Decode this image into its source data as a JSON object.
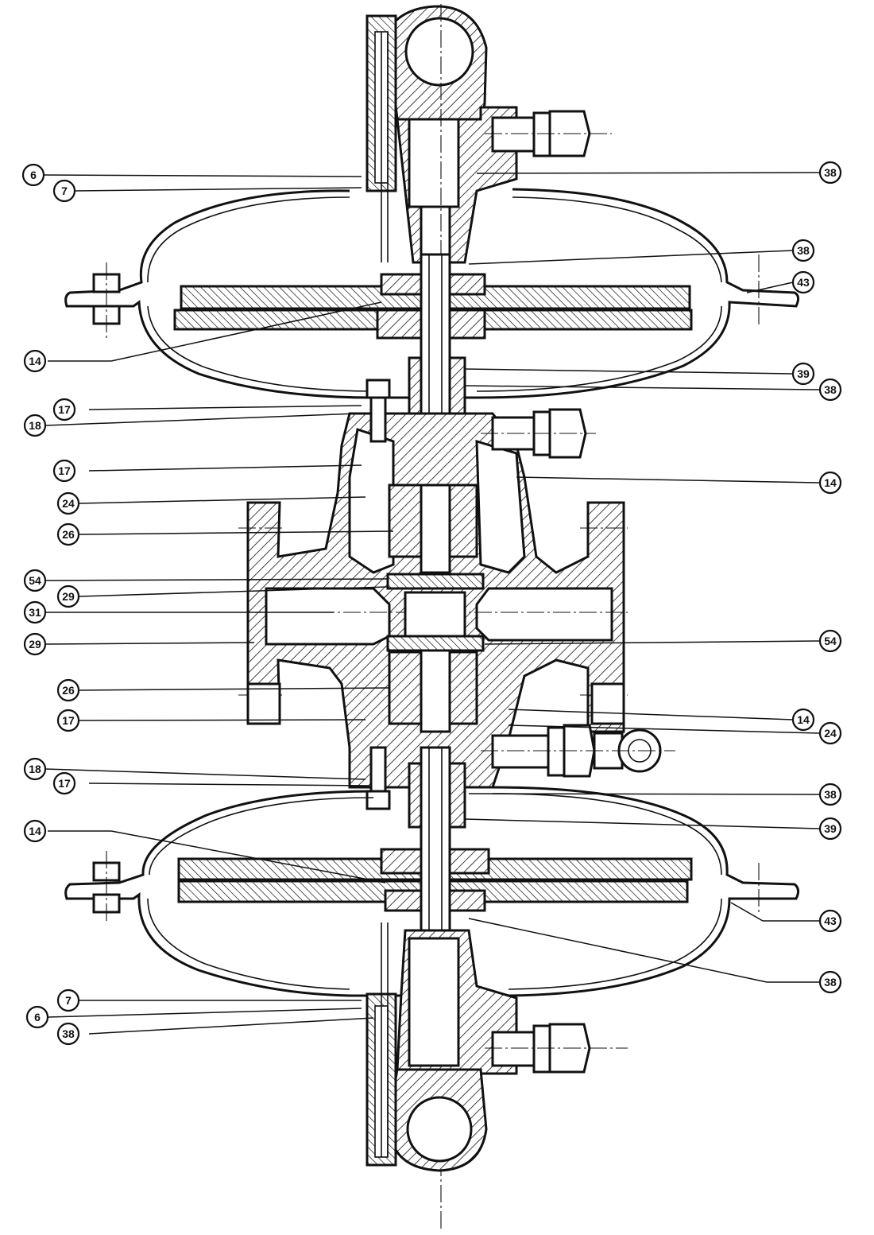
{
  "colors": {
    "ink": "#111111",
    "paper": "#ffffff"
  },
  "callouts": [
    {
      "label": "6",
      "side": "left"
    },
    {
      "label": "7",
      "side": "left"
    },
    {
      "label": "38",
      "side": "right"
    },
    {
      "label": "38",
      "side": "right"
    },
    {
      "label": "43",
      "side": "right"
    },
    {
      "label": "14",
      "side": "left"
    },
    {
      "label": "39",
      "side": "right"
    },
    {
      "label": "38",
      "side": "right"
    },
    {
      "label": "17",
      "side": "left"
    },
    {
      "label": "18",
      "side": "left"
    },
    {
      "label": "17",
      "side": "left"
    },
    {
      "label": "14",
      "side": "right"
    },
    {
      "label": "24",
      "side": "left"
    },
    {
      "label": "26",
      "side": "left"
    },
    {
      "label": "54",
      "side": "left"
    },
    {
      "label": "29",
      "side": "left"
    },
    {
      "label": "31",
      "side": "left"
    },
    {
      "label": "29",
      "side": "left"
    },
    {
      "label": "54",
      "side": "right"
    },
    {
      "label": "26",
      "side": "left"
    },
    {
      "label": "17",
      "side": "left"
    },
    {
      "label": "14",
      "side": "right"
    },
    {
      "label": "24",
      "side": "right"
    },
    {
      "label": "18",
      "side": "left"
    },
    {
      "label": "17",
      "side": "left"
    },
    {
      "label": "38",
      "side": "right"
    },
    {
      "label": "14",
      "side": "left"
    },
    {
      "label": "39",
      "side": "right"
    },
    {
      "label": "43",
      "side": "right"
    },
    {
      "label": "38",
      "side": "right"
    },
    {
      "label": "7",
      "side": "left"
    },
    {
      "label": "6",
      "side": "left"
    },
    {
      "label": "38",
      "side": "left"
    }
  ]
}
